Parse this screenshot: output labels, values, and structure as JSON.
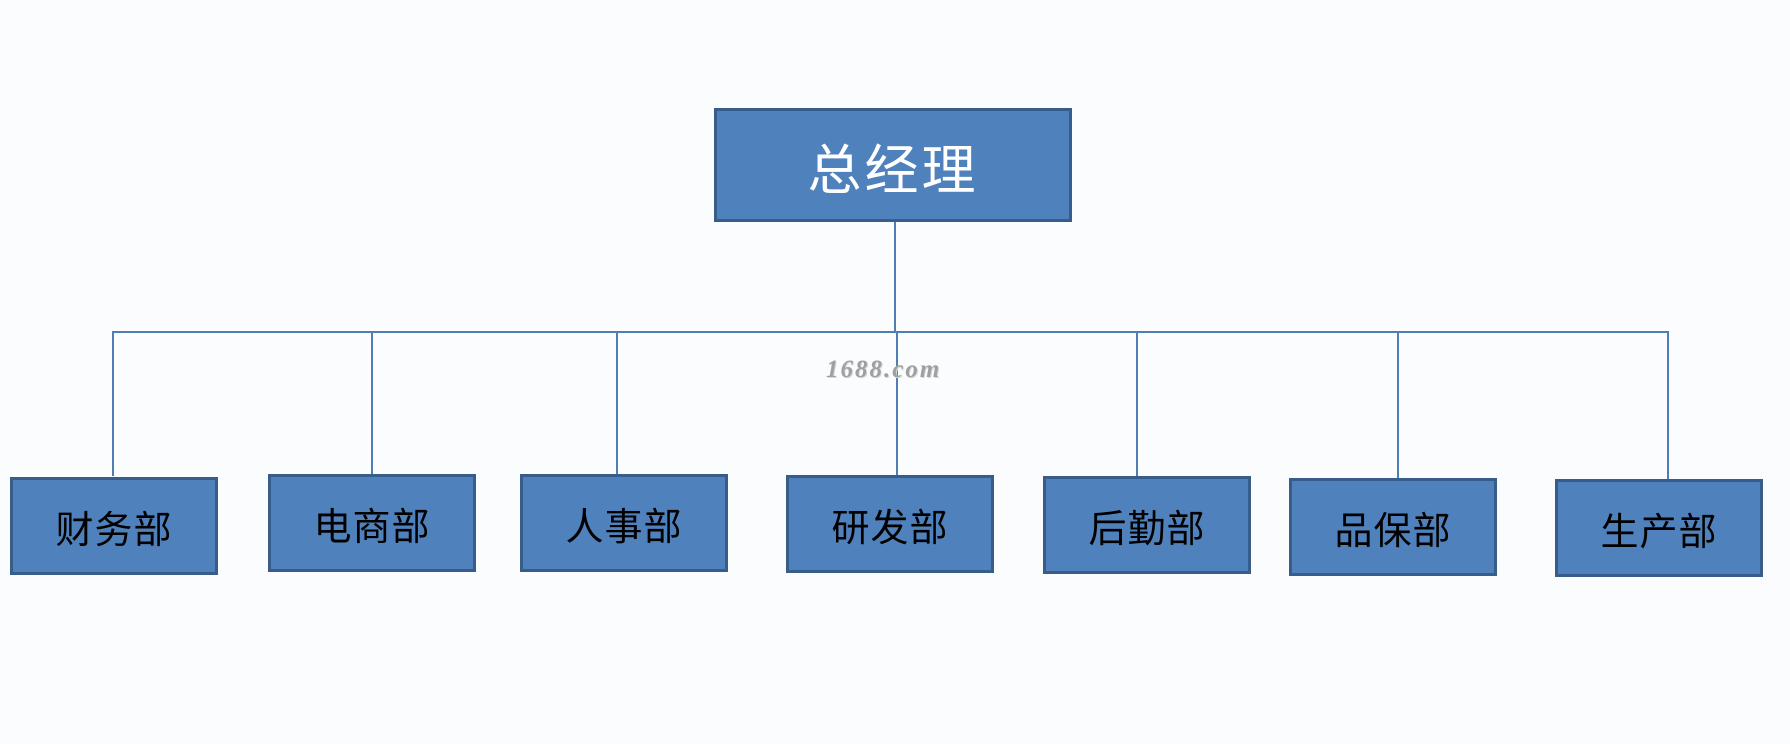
{
  "diagram": {
    "root": {
      "label": "总经理"
    },
    "departments": [
      {
        "label": "财务部"
      },
      {
        "label": "电商部"
      },
      {
        "label": "人事部"
      },
      {
        "label": "研发部"
      },
      {
        "label": "后勤部"
      },
      {
        "label": "品保部"
      },
      {
        "label": "生产部"
      }
    ]
  },
  "watermark": {
    "text": "1688.com"
  },
  "colors": {
    "background": "#fbfcfd",
    "box_fill": "#4f81bd",
    "box_border": "#385d8a",
    "connector": "#4d7fb3",
    "root_text": "#ffffff",
    "department_text": "#000000",
    "watermark_text": "#a0a0a0"
  }
}
